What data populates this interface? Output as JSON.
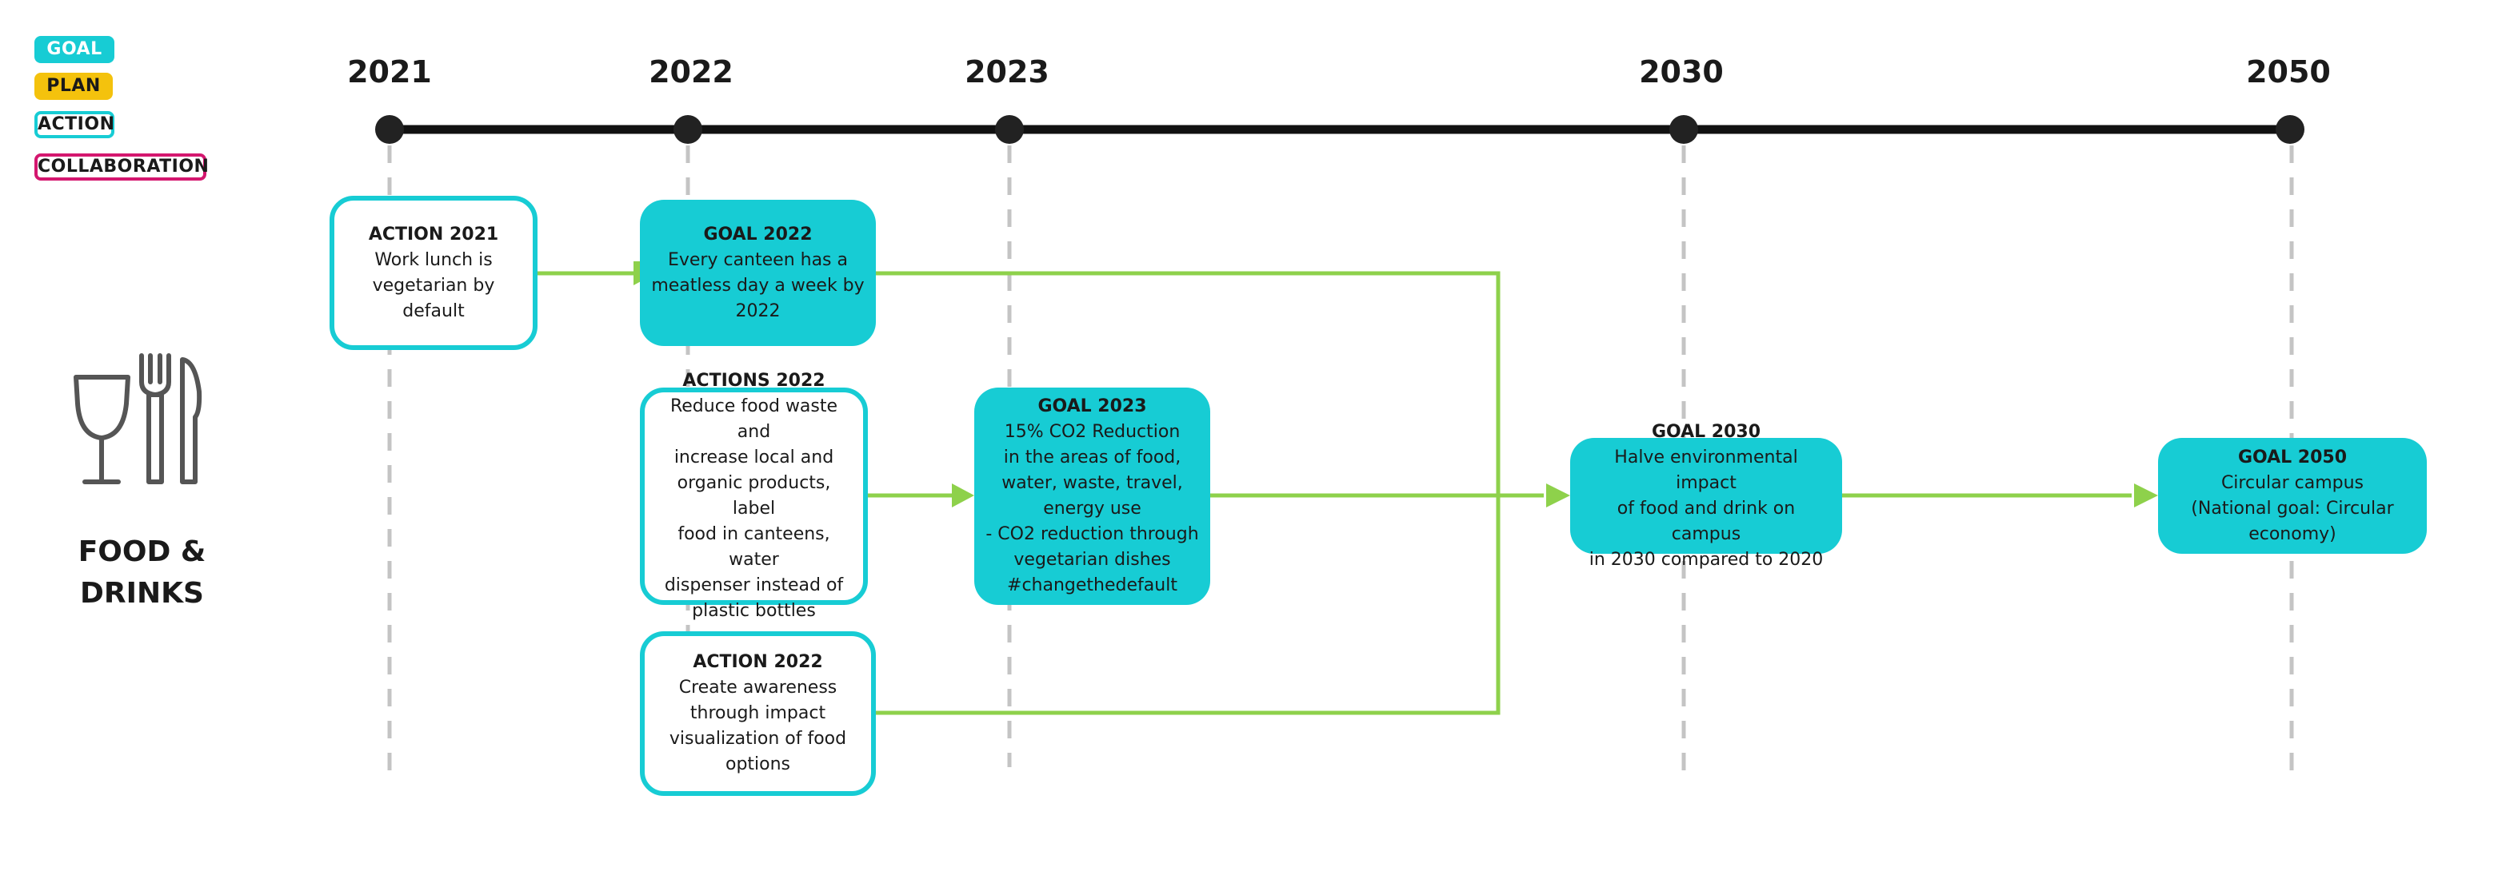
{
  "legend": {
    "goal": "GOAL",
    "plan": "PLAN",
    "action": "ACTION",
    "collaboration": "COLLABORATION"
  },
  "timeline": {
    "years": [
      "2021",
      "2022",
      "2023",
      "2030",
      "2050"
    ]
  },
  "category": {
    "label": "FOOD &\nDRINKS",
    "icon": "wine-glass-fork-knife-icon"
  },
  "cards": {
    "action_2021": {
      "title": "ACTION 2021",
      "text": "Work lunch is\nvegetarian by default"
    },
    "goal_2022": {
      "title": "GOAL 2022",
      "text": "Every canteen has a\nmeatless day a week by\n2022"
    },
    "actions_2022": {
      "title": "ACTIONS 2022",
      "text": "Reduce food waste and\nincrease local and\norganic products, label\nfood in canteens, water\ndispenser instead of\nplastic bottles"
    },
    "action_2022": {
      "title": "ACTION 2022",
      "text": "Create awareness\nthrough impact\nvisualization of food\noptions"
    },
    "goal_2023": {
      "title": "GOAL 2023",
      "text": "15% CO2 Reduction\nin the areas of food,\nwater, waste, travel,\nenergy use\n- CO2 reduction through\nvegetarian dishes\n#changethedefault"
    },
    "goal_2030": {
      "title": "GOAL 2030",
      "text": "Halve environmental impact\nof food and drink on campus\nin 2030 compared to 2020"
    },
    "goal_2050": {
      "title": "GOAL 2050",
      "text": "Circular campus\n(National goal: Circular\neconomy)"
    }
  },
  "colors": {
    "goal": "#17ccd4",
    "plan": "#f4c20d",
    "action_border": "#17ccd4",
    "collaboration_border": "#d4176f",
    "connector": "#8ed14b",
    "timeline": "#111111",
    "guide": "#c4c4c4",
    "icon": "#555555"
  }
}
